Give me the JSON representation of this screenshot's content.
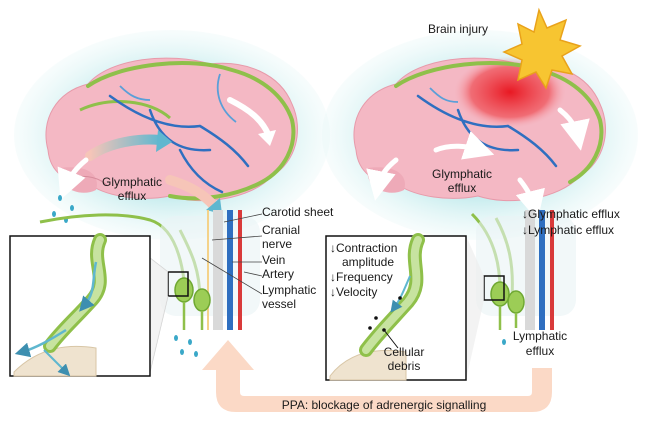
{
  "left_panel": {
    "glymphatic_label": [
      "Glymphatic",
      "efflux"
    ],
    "anatomy_labels": {
      "carotid_sheet": "Carotid sheet",
      "cranial_nerve": [
        "Cranial",
        "nerve"
      ],
      "vein": "Vein",
      "artery": "Artery",
      "lymphatic_vessel": [
        "Lymphatic",
        "vessel"
      ]
    }
  },
  "right_panel": {
    "injury_label": "Brain injury",
    "glymphatic_label": [
      "Glymphatic",
      "efflux"
    ],
    "effects": [
      "↓Glymphatic efflux",
      "↓Lymphatic efflux"
    ],
    "inset_effects": [
      "↓Contraction",
      "amplitude",
      "↓Frequency",
      "↓Velocity"
    ],
    "debris_label": [
      "Cellular",
      "debris"
    ],
    "lymphatic_label": [
      "Lymphatic",
      "efflux"
    ]
  },
  "bottom": {
    "ppa_label": "PPA: blockage of adrenergic signalling"
  },
  "colors": {
    "brain": "#f4b8c4",
    "csf_halo": "#bfe8ea",
    "lymph_green": "#8fc04a",
    "vein_blue": "#2f6fc0",
    "artery_red": "#d93a3a",
    "injury_red": "#e8222a",
    "star_yellow": "#f7c531",
    "ppa_arrow": "#fbd9c6"
  }
}
